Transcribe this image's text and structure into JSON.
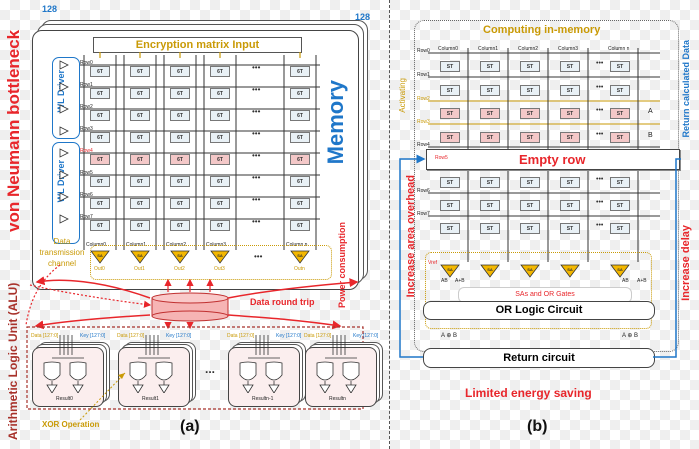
{
  "panel_a": {
    "label": "(a)",
    "side_title": "von Neumann bottleneck",
    "alu_title": "Arithmetic Logic Unit (ALU)",
    "stack_depth_top": "128",
    "stack_depth_right": "128",
    "memory_label": "Memory",
    "input_bar": "Encryption matrix Input",
    "wl_driver_labels": [
      "WL Driver",
      "WL Driver"
    ],
    "rows": [
      "Row0",
      "Row1",
      "Row2",
      "Row3",
      "Row4",
      "Row5",
      "Row6",
      "Row7"
    ],
    "highlight_row_index": 4,
    "cell_label": "6T",
    "columns": [
      "Column0",
      "Column1",
      "Column2",
      "Column3",
      "...",
      "Column n"
    ],
    "sense_amp_label": "SA",
    "outputs": [
      "Out0",
      "Out1",
      "Out2",
      "Out3",
      "...",
      "Outn"
    ],
    "ellipsis": "•••",
    "data_channel_label": "Data transmission channel",
    "power_label": "Power consumption",
    "round_trip_label": "Data round trip",
    "alu_units": [
      {
        "data": "Data [127:0]",
        "key": "Key [127:0]",
        "result": "Result0"
      },
      {
        "data": "Data [127:0]",
        "key": "Key [127:0]",
        "result": "Result1"
      },
      {
        "data": "Data [127:0]",
        "key": "Key [127:0]",
        "result": "Resultn-1"
      },
      {
        "data": "Data [127:0]",
        "key": "Key [127:0]",
        "result": "Resultn"
      }
    ],
    "alu_ellipsis": "...",
    "xor_label": "XOR Operation"
  },
  "panel_b": {
    "label": "(b)",
    "title": "Computing in-memory",
    "rows": [
      "Row0",
      "Row1",
      "Row2",
      "Row3",
      "Row4",
      "Row5",
      "Row6",
      "Row7"
    ],
    "activating_label": "Activating",
    "cell_label": "ST",
    "columns": [
      "Column0",
      "Column1",
      "Column2",
      "Column3",
      "Column n"
    ],
    "operand_labels": [
      "A",
      "B"
    ],
    "empty_row_label": "Empty row",
    "vref_label": "Vref",
    "sense_amp_label": "SA",
    "gate_labels": [
      "AB",
      "A+B"
    ],
    "sa_or_label": "SAs and OR Gates",
    "or_logic_label": "OR Logic Circuit",
    "xor_result_label": "A ⊕ B",
    "return_circuit_label": "Return circuit",
    "return_data_label": "Return calculated Data",
    "area_overhead_label": "Increase area overhead",
    "delay_label": "Increase delay",
    "energy_label": "Limited energy saving",
    "ellipsis": "•••"
  },
  "colors": {
    "red": "#e8262b",
    "blue": "#1f77c9",
    "gold": "#c99a06",
    "dark_red": "#a8322b",
    "cell_fill": "#e9f1f6",
    "cell_highlight": "#f4c8c8",
    "sa_fill": "#f3b700"
  }
}
